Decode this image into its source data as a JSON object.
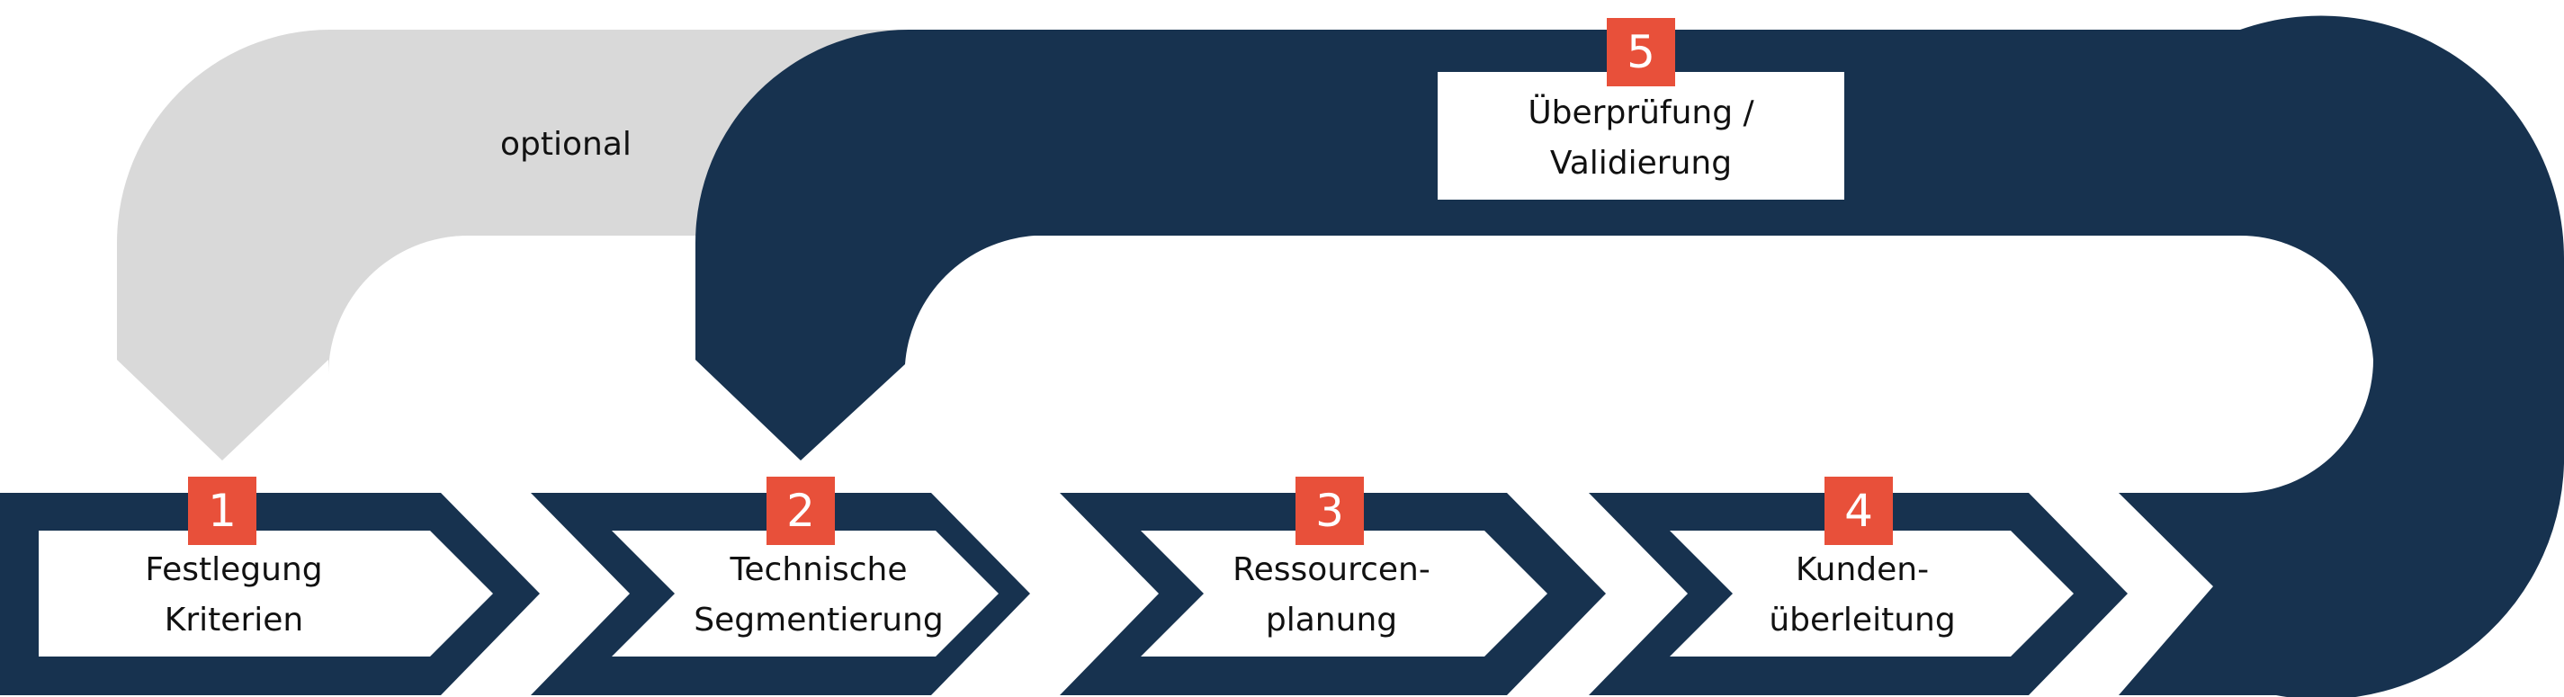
{
  "colors": {
    "navy": "#17324f",
    "light_gray": "#d9d9d9",
    "badge_red": "#e8503a",
    "label_bg": "#ffffff"
  },
  "optional_label": "optional",
  "steps": [
    {
      "number": "1",
      "line1": "Festlegung",
      "line2": "Kriterien"
    },
    {
      "number": "2",
      "line1": "Technische",
      "line2": "Segmentierung"
    },
    {
      "number": "3",
      "line1": "Ressourcen-",
      "line2": "planung"
    },
    {
      "number": "4",
      "line1": "Kunden-",
      "line2": "überleitung"
    },
    {
      "number": "5",
      "line1": "Überprüfung /",
      "line2": "Validierung"
    }
  ]
}
